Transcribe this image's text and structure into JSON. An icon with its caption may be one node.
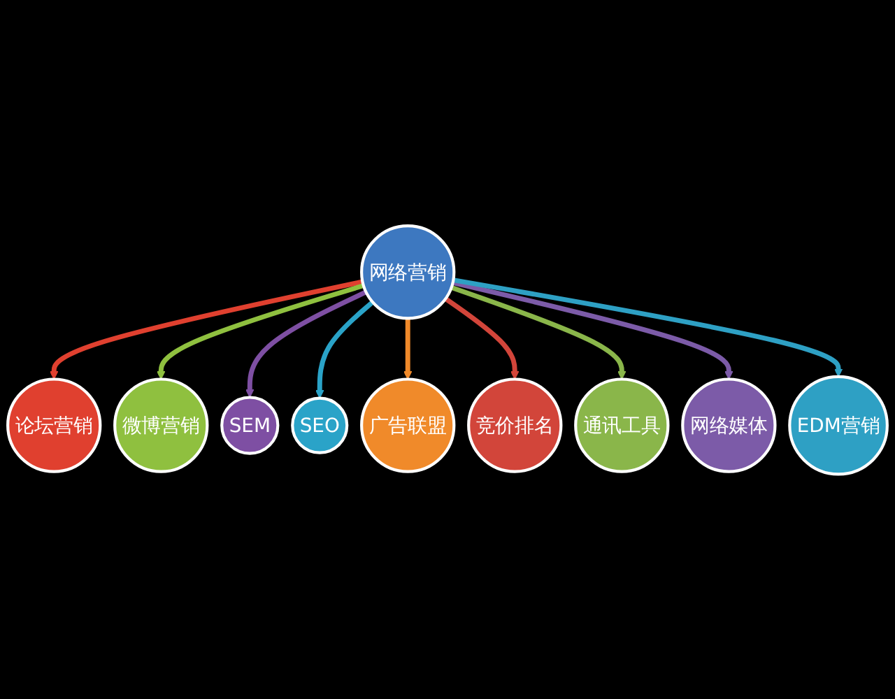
{
  "diagram": {
    "nodes": [
      {
        "text": [
          "网络营销"
        ]
      },
      {
        "text": [
          "论坛营销"
        ]
      },
      {
        "text": [
          "微博营销"
        ]
      },
      {
        "text": [
          "SEM"
        ]
      },
      {
        "text": [
          "SEO"
        ]
      },
      {
        "text": [
          "广告联盟"
        ]
      },
      {
        "text": [
          "竞价排名"
        ]
      },
      {
        "text": [
          "通讯工具"
        ]
      },
      {
        "text": [
          "网络媒体"
        ]
      },
      {
        "text": [
          "EDM营销"
        ]
      }
    ],
    "edges": [
      {
        "from": 0,
        "to": 1,
        "arrow": "to",
        "color": "#e0402f"
      },
      {
        "from": 0,
        "to": 2,
        "arrow": "to",
        "color": "#8fc03f"
      },
      {
        "from": 0,
        "to": 3,
        "arrow": "to",
        "color": "#7e4fa3"
      },
      {
        "from": 0,
        "to": 4,
        "arrow": "to",
        "color": "#2aa3c8"
      },
      {
        "from": 0,
        "to": 5,
        "arrow": "to",
        "color": "#f08a2a"
      },
      {
        "from": 0,
        "to": 6,
        "arrow": "to",
        "color": "#d2453a"
      },
      {
        "from": 0,
        "to": 7,
        "arrow": "to",
        "color": "#8ab64a"
      },
      {
        "from": 0,
        "to": 8,
        "arrow": "to",
        "color": "#7c5ba8"
      },
      {
        "from": 0,
        "to": 9,
        "arrow": "to",
        "color": "#2ea0c4"
      }
    ]
  }
}
